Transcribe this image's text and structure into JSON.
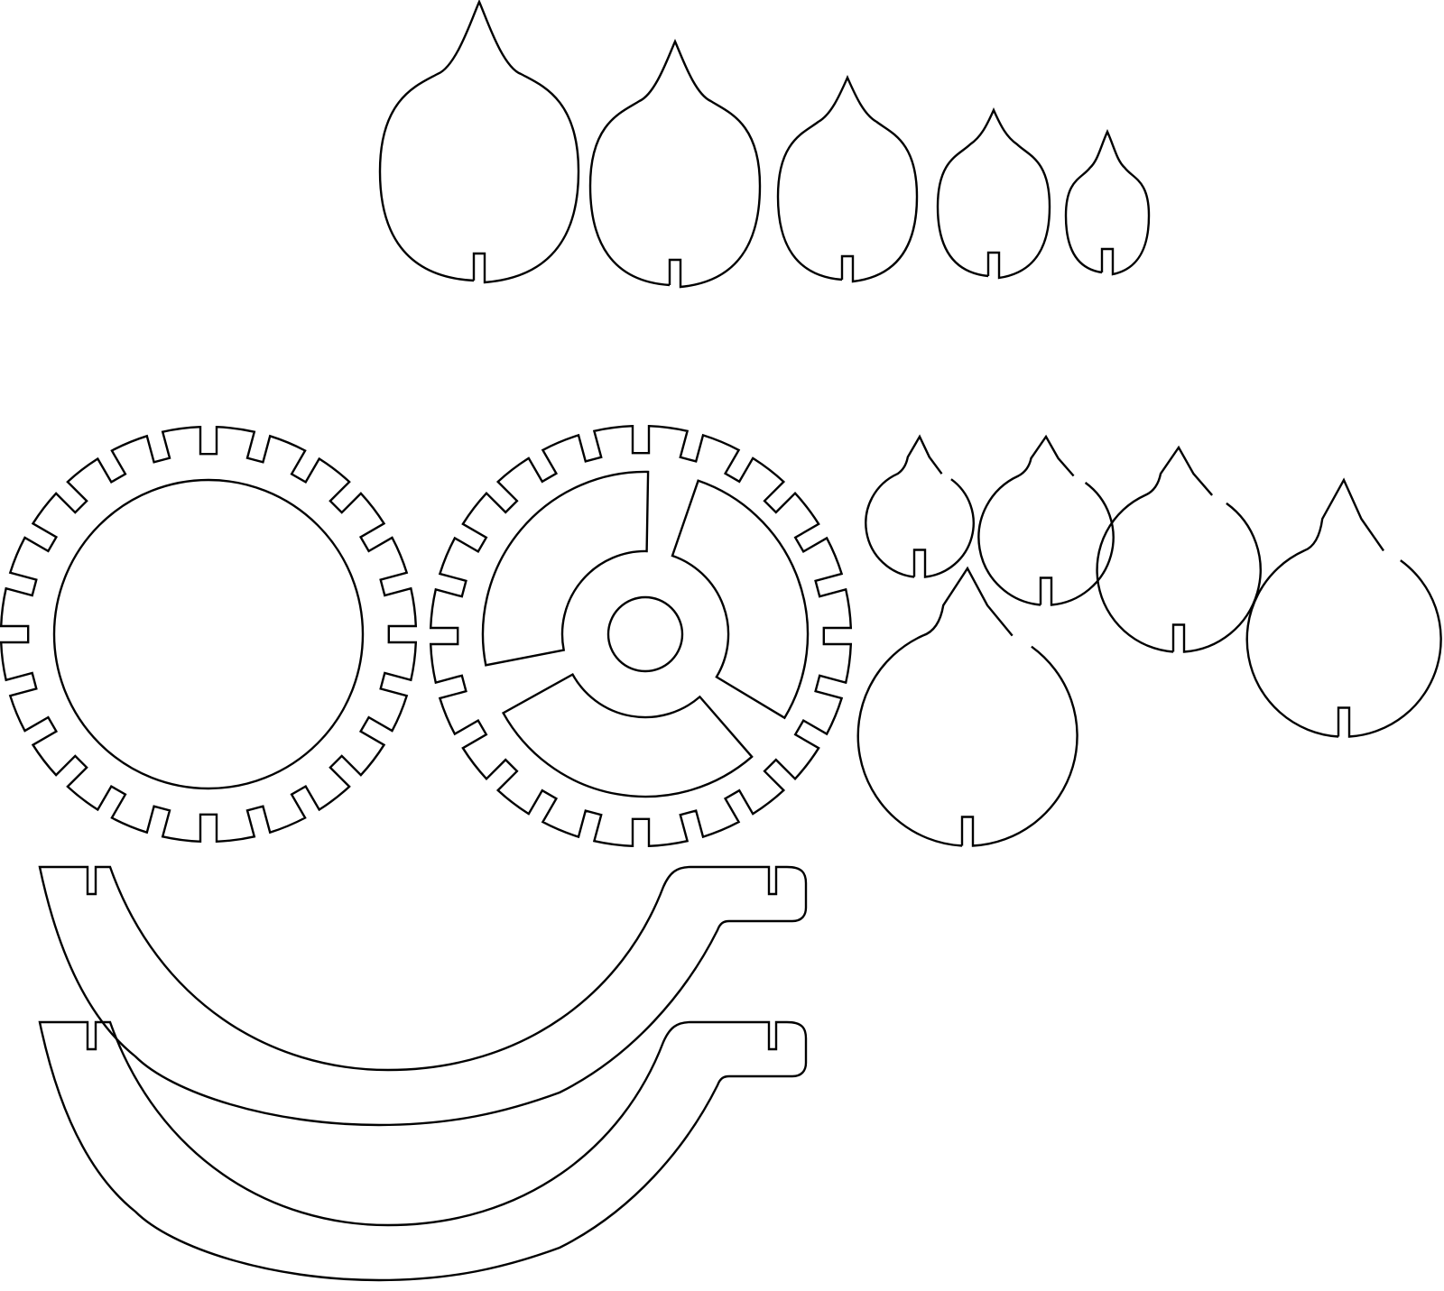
{
  "sheet": {
    "background": "#ffffff",
    "stroke_color": "#000000",
    "part_groups": [
      {
        "name": "petal-row-small-to-large",
        "count": 5
      },
      {
        "name": "toothed-ring",
        "count": 1,
        "teeth": 24
      },
      {
        "name": "toothed-hub-wheel",
        "count": 1,
        "teeth": 24,
        "spokes": 3
      },
      {
        "name": "round-petal-cluster",
        "count": 5
      },
      {
        "name": "curved-arm",
        "count": 2
      }
    ]
  }
}
